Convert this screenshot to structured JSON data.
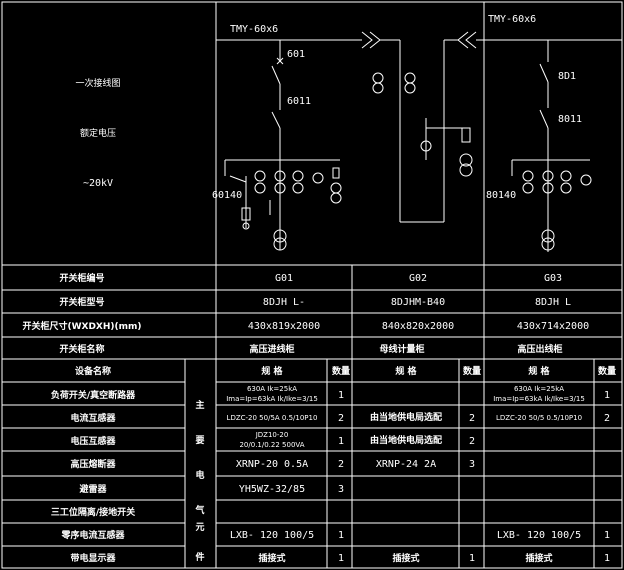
{
  "left_labels": {
    "single_line_diagram": "一次接线图",
    "rated_voltage": "额定电压",
    "voltage_value": "~20kV"
  },
  "busbar": {
    "left": "TMY-60x6",
    "right": "TMY-60x6"
  },
  "schematic_labels": {
    "g01_switch": "601",
    "g01_breaker": "6011",
    "g01_earth": "60140",
    "g03_switch": "8D1",
    "g03_breaker": "8011",
    "g03_earth": "80140"
  },
  "rows": [
    {
      "label": "开关柜编号",
      "values": [
        "G01",
        "G02",
        "G03"
      ]
    },
    {
      "label": "开关柜型号",
      "values": [
        "8DJH L-",
        "8DJHM-B40",
        "8DJH L"
      ]
    },
    {
      "label": "开关柜尺寸(WXDXH)(mm)",
      "values": [
        "430x819x2000",
        "840x820x2000",
        "430x714x2000"
      ]
    },
    {
      "label": "开关柜名称",
      "values": [
        "高压进线柜",
        "母线计量柜",
        "高压出线柜"
      ]
    }
  ],
  "equip_header": {
    "device_name": "设备名称",
    "spec": "规 格",
    "qty": "数量"
  },
  "vertical_label": [
    "主",
    "要",
    "电",
    "气",
    "元",
    "件"
  ],
  "equipment": [
    {
      "name": "负荷开关/真空断路器",
      "g01_spec": [
        "630A Ik=25kA",
        "Ima=Ip=63kA Ik/Ike=3/15"
      ],
      "g01_qty": "1",
      "g02_spec": [],
      "g02_qty": "",
      "g03_spec": [
        "630A Ik=25kA",
        "Ima=Ip=63kA Ik/Ike=3/15"
      ],
      "g03_qty": "1"
    },
    {
      "name": "电流互感器",
      "g01_spec": [
        "LDZC-20 50/5A 0.5/10P10"
      ],
      "g01_qty": "2",
      "g02_spec": [
        "由当地供电局选配"
      ],
      "g02_qty": "2",
      "g03_spec": [
        "LDZC-20 50/5 0.5/10P10"
      ],
      "g03_qty": "2"
    },
    {
      "name": "电压互感器",
      "g01_spec": [
        "JDZ10-20",
        "20/0.1/0.22 500VA"
      ],
      "g01_qty": "1",
      "g02_spec": [
        "由当地供电局选配"
      ],
      "g02_qty": "2",
      "g03_spec": [],
      "g03_qty": ""
    },
    {
      "name": "高压熔断器",
      "g01_spec": [
        "XRNP-20 0.5A"
      ],
      "g01_qty": "2",
      "g02_spec": [
        "XRNP-24 2A"
      ],
      "g02_qty": "3",
      "g03_spec": [],
      "g03_qty": ""
    },
    {
      "name": "避雷器",
      "g01_spec": [
        "YH5WZ-32/85"
      ],
      "g01_qty": "3",
      "g02_spec": [],
      "g02_qty": "",
      "g03_spec": [],
      "g03_qty": ""
    },
    {
      "name": "三工位隔离/接地开关",
      "g01_spec": [],
      "g01_qty": "",
      "g02_spec": [],
      "g02_qty": "",
      "g03_spec": [],
      "g03_qty": ""
    },
    {
      "name": "零序电流互感器",
      "g01_spec": [
        "LXB- 120 100/5"
      ],
      "g01_qty": "1",
      "g02_spec": [],
      "g02_qty": "",
      "g03_spec": [
        "LXB- 120 100/5"
      ],
      "g03_qty": "1"
    },
    {
      "name": "带电显示器",
      "g01_spec": [
        "插接式"
      ],
      "g01_qty": "1",
      "g02_spec": [
        "插接式"
      ],
      "g02_qty": "1",
      "g03_spec": [
        "插接式"
      ],
      "g03_qty": "1"
    }
  ]
}
